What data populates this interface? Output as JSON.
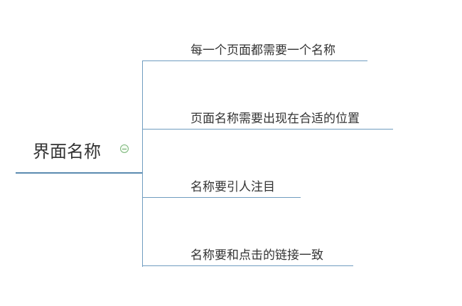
{
  "root": {
    "label": "界面名称"
  },
  "branches": [
    {
      "label": "每一个页面都需要一个名称"
    },
    {
      "label": "页面名称需要出现在合适的位置"
    },
    {
      "label": "名称要引人注目"
    },
    {
      "label": "名称要和点击的链接一致"
    }
  ],
  "colors": {
    "connector": "#6f9cc0",
    "root_underline": "#5b8bb0",
    "toggle": "#7cb77c",
    "text": "#333333"
  },
  "icons": {
    "collapse_toggle": "minus-circle-icon"
  }
}
